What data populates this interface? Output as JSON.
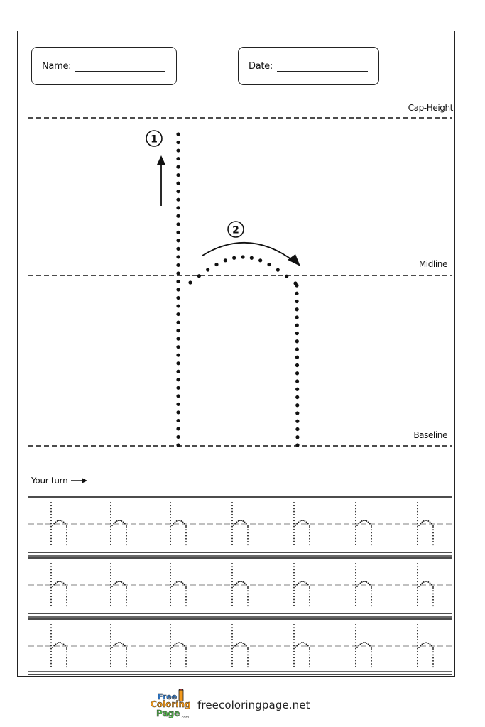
{
  "header": {
    "name_label": "Name:",
    "date_label": "Date:"
  },
  "guides": {
    "cap_height": "Cap-Height",
    "midline": "Midline",
    "baseline": "Baseline"
  },
  "strokes": {
    "step1": "1",
    "step2": "2"
  },
  "practice": {
    "prompt": "Your turn",
    "letter": "h",
    "rows": 3,
    "letters_per_row": 7
  },
  "footer": {
    "site": "freecoloringpage.net",
    "logo_top": "Free",
    "logo_mid": "Coloring",
    "logo_bottom": "Page",
    "logo_suffix": ".com"
  },
  "colors": {
    "ink": "#111111",
    "guide_gray": "#9a9a9a",
    "logo_blue": "#2f7fd6",
    "logo_orange": "#f39a1d",
    "logo_green": "#4fb548",
    "logo_red": "#e8413a"
  }
}
